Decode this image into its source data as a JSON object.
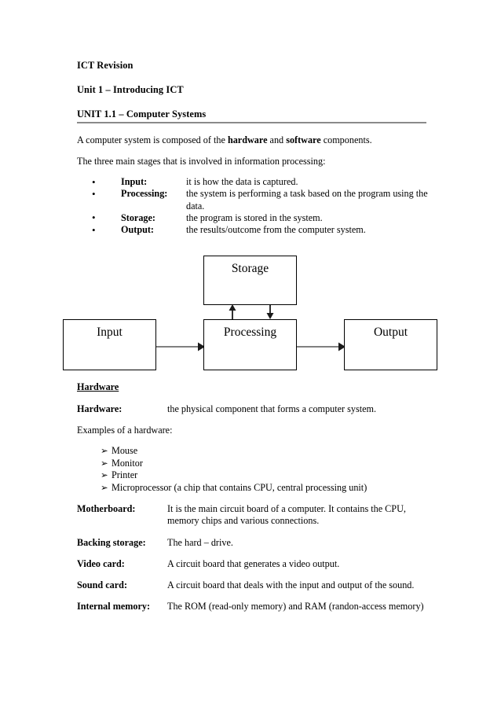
{
  "document": {
    "title_lines": [
      "ICT Revision",
      "Unit 1 – Introducing ICT",
      "UNIT 1.1 – Computer Systems"
    ],
    "intro": {
      "part1": "A computer system is composed of the ",
      "bold1": "hardware",
      "part2": " and ",
      "bold2": "software",
      "part3": " components."
    },
    "stages_intro": "The three main stages that is involved in information processing:",
    "stages": [
      {
        "bullet": "•",
        "label": "Input:",
        "desc": "it is how the data is captured."
      },
      {
        "bullet": "•",
        "label": "Processing:",
        "desc": "the system is performing a task based on the program using the data."
      },
      {
        "bullet": "•",
        "label": "Storage:",
        "desc": "the program is stored in the system."
      },
      {
        "bullet": "•",
        "label": "Output:",
        "desc": "the results/outcome from the computer system."
      }
    ],
    "diagram": {
      "boxes": [
        {
          "id": "storage",
          "label": "Storage"
        },
        {
          "id": "input",
          "label": "Input"
        },
        {
          "id": "processing",
          "label": "Processing"
        },
        {
          "id": "output",
          "label": "Output"
        }
      ],
      "arrow_color": "#808080",
      "arrow_head_color": "#1a1a1a",
      "box_border_color": "#000000"
    },
    "hardware_heading": "Hardware",
    "hardware_def": {
      "label": "Hardware:",
      "value": "the physical component that forms a computer system."
    },
    "examples_intro": "Examples of a hardware:",
    "examples": [
      {
        "bullet": "➢",
        "text": "Mouse"
      },
      {
        "bullet": "➢",
        "text": "Monitor"
      },
      {
        "bullet": "➢",
        "text": "Printer"
      },
      {
        "bullet": "➢",
        "text": "Microprocessor (a chip that contains CPU, central processing unit)"
      }
    ],
    "components": [
      {
        "label": "Motherboard:",
        "value": "It is the main circuit board of a computer. It contains the CPU, memory chips and various connections."
      },
      {
        "label": "Backing storage:",
        "value": "The hard – drive."
      },
      {
        "label": "Video card:",
        "value": "A circuit board that generates a video output."
      },
      {
        "label": "Sound card:",
        "value": "A circuit board that deals with the input and output of the sound."
      },
      {
        "label": "Internal memory:",
        "value": "The ROM (read-only memory) and RAM (randon-access memory)"
      }
    ]
  }
}
